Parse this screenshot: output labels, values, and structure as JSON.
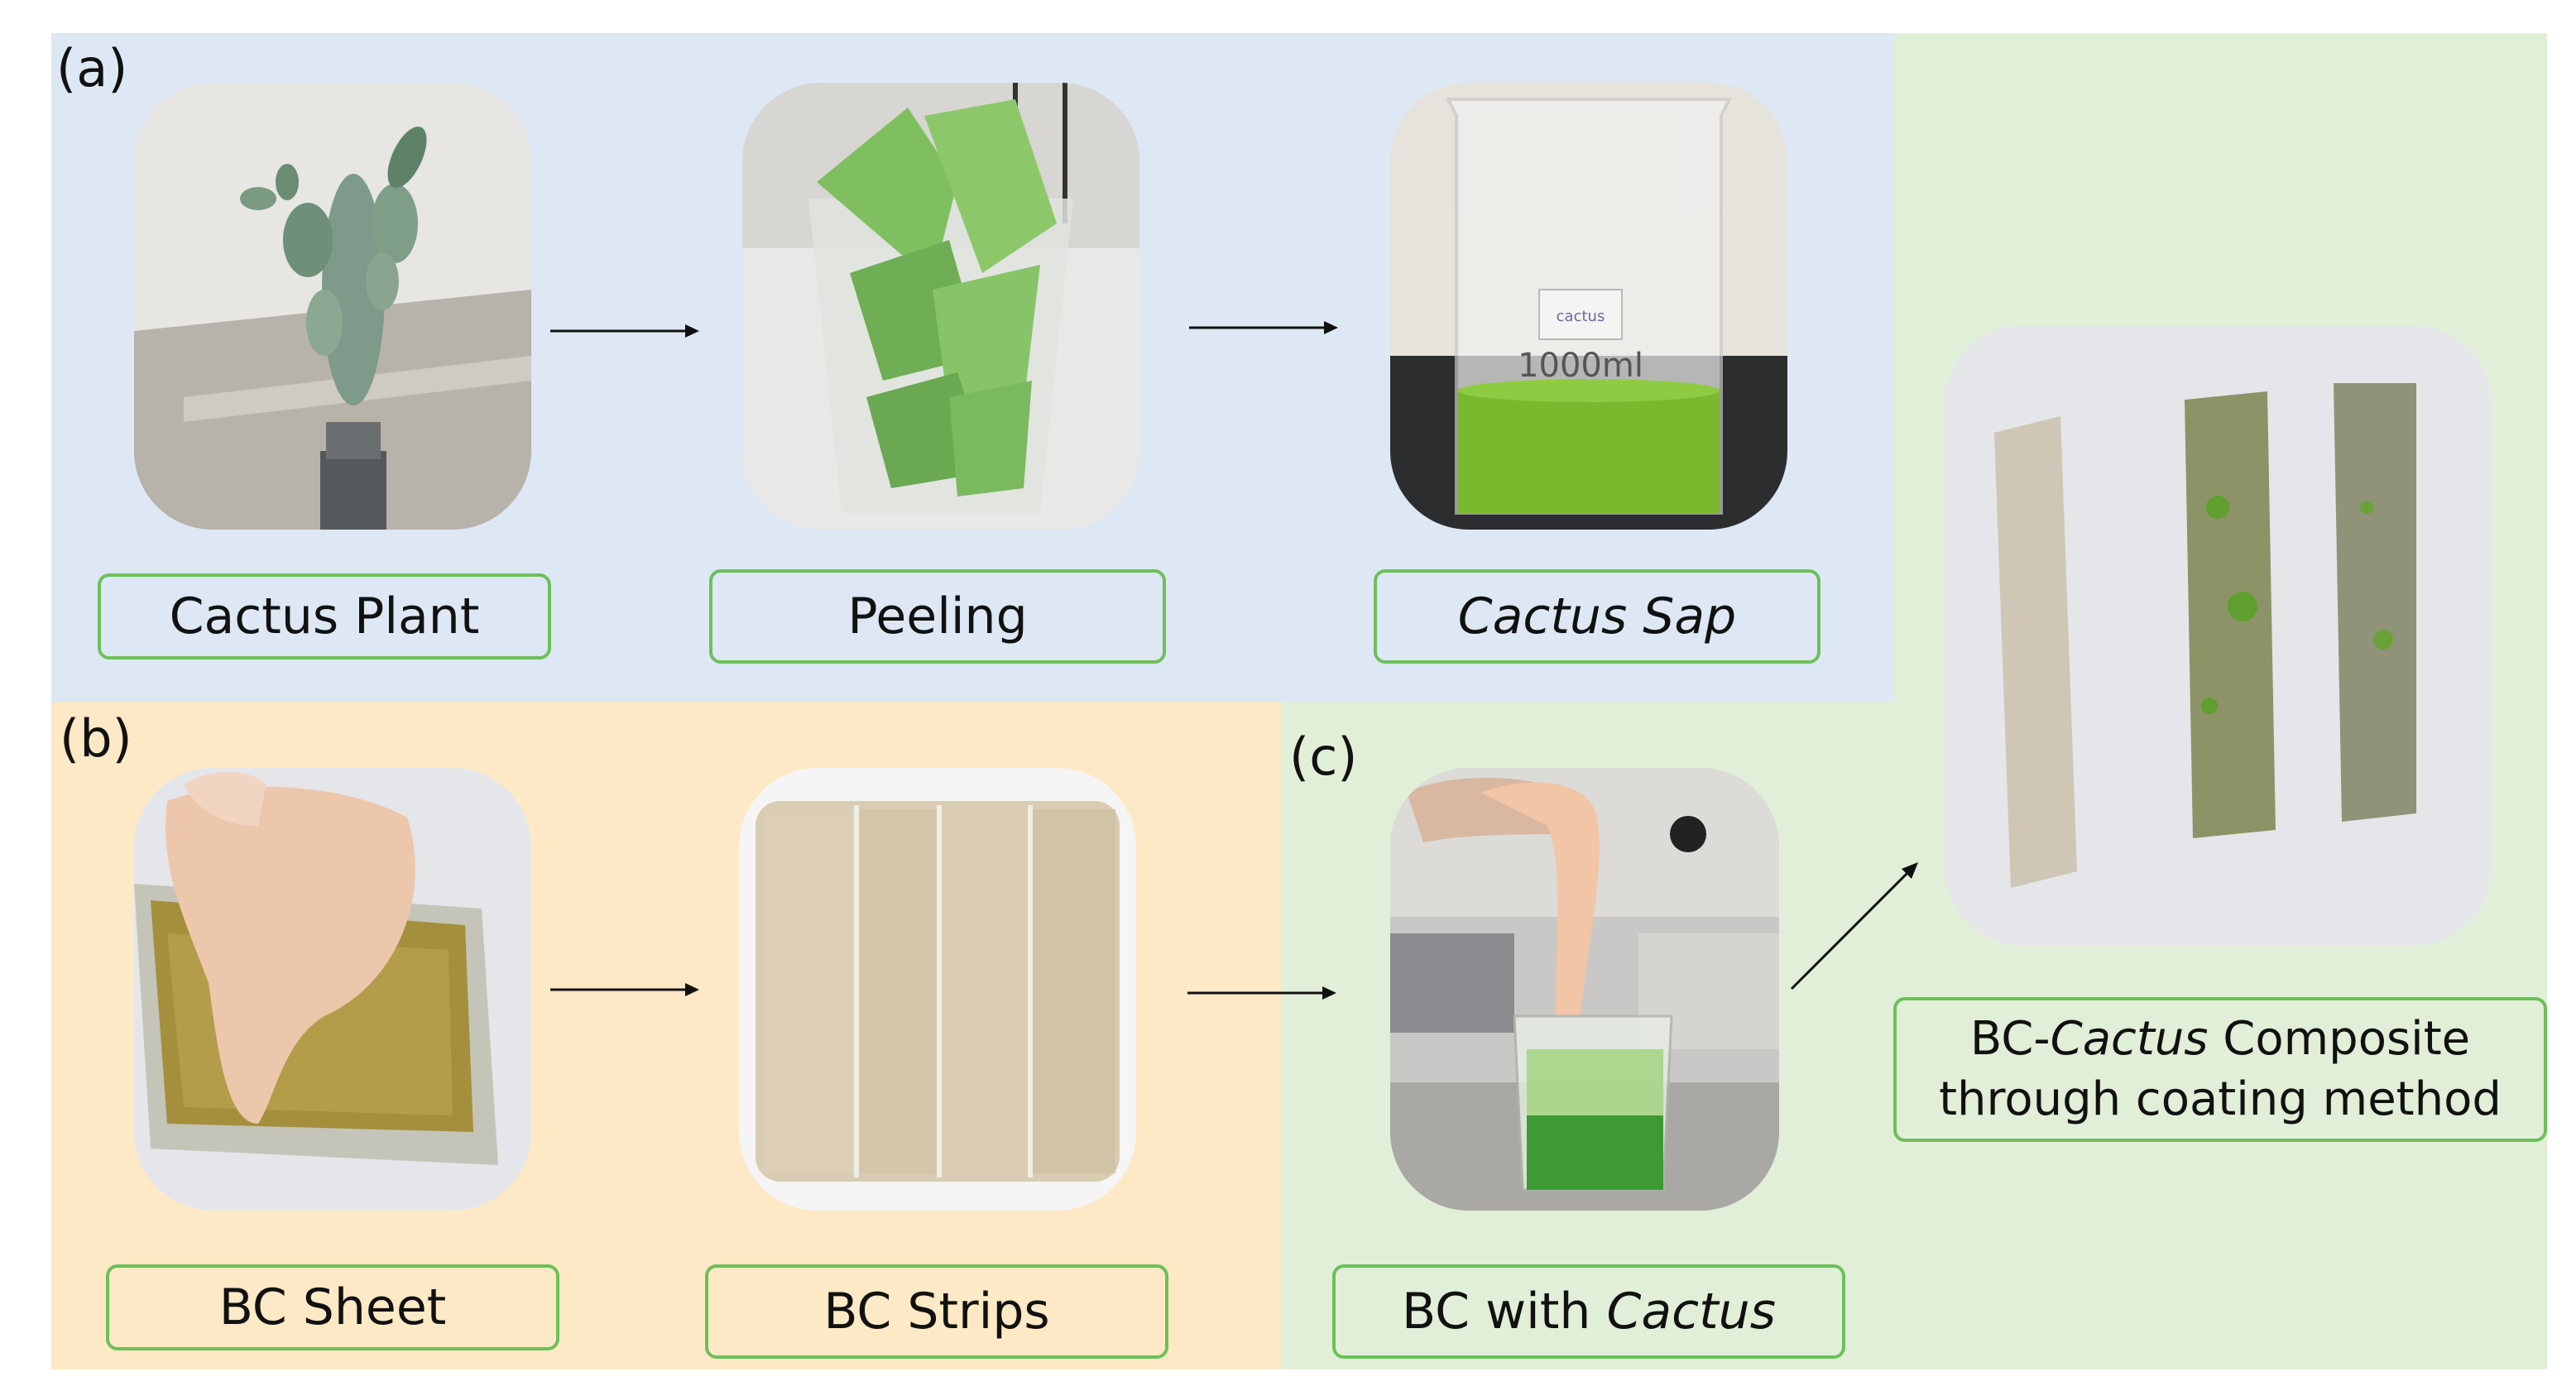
{
  "panels": {
    "a": {
      "label": "(a)",
      "color": "#dde8f4"
    },
    "b": {
      "label": "(b)",
      "color": "#fde9c5"
    },
    "c": {
      "label": "(c)",
      "color": "#e1efd8"
    }
  },
  "captions": {
    "cactus_plant": "Cactus Plant",
    "peeling": "Peeling",
    "cactus_sap": "Cactus Sap",
    "bc_sheet": "BC Sheet",
    "bc_strips": "BC Strips",
    "bc_with_prefix": "BC with ",
    "bc_with_cactus": "Cactus",
    "composite_prefix": "BC-",
    "composite_cactus": "Cactus",
    "composite_suffix": " Composite",
    "composite_line2": "through coating method"
  },
  "beaker_label": "1000ml",
  "beaker_tag": "cactus",
  "colors": {
    "caption_border": "#6cc05a",
    "arrow": "#111111"
  }
}
